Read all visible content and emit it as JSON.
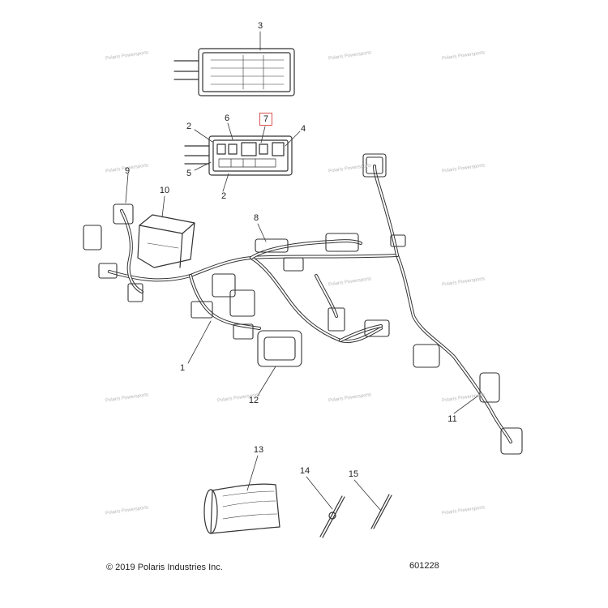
{
  "callouts": [
    {
      "label": "1"
    },
    {
      "label": "2"
    },
    {
      "label": "2"
    },
    {
      "label": "3"
    },
    {
      "label": "4"
    },
    {
      "label": "5"
    },
    {
      "label": "6"
    },
    {
      "label": "7"
    },
    {
      "label": "8"
    },
    {
      "label": "9"
    },
    {
      "label": "10"
    },
    {
      "label": "11"
    },
    {
      "label": "12"
    },
    {
      "label": "13"
    },
    {
      "label": "14"
    },
    {
      "label": "15"
    }
  ],
  "footer": {
    "copyright": "© 2019 Polaris Industries Inc.",
    "part_code": "601228"
  },
  "watermark": "Polaris Powersports",
  "colors": {
    "line": "#333333",
    "highlight": "#d9534f",
    "watermark": "#b5b5b5"
  }
}
